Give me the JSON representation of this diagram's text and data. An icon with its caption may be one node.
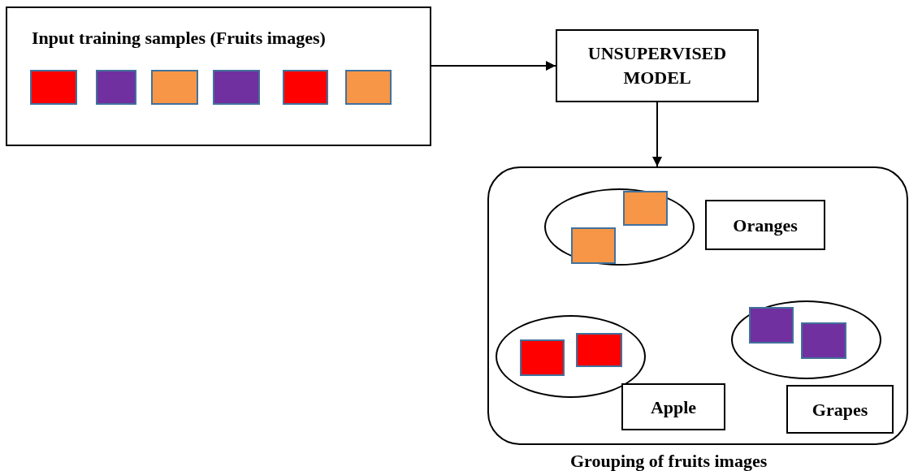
{
  "diagram": {
    "nodes": [
      {
        "text": [
          "Input training samples (Fruits images)"
        ]
      },
      {
        "text": [],
        "shape": "box",
        "in": 0
      },
      {
        "text": [],
        "shape": "box",
        "in": 0
      },
      {
        "text": [],
        "shape": "box",
        "in": 0
      },
      {
        "text": [],
        "shape": "box",
        "in": 0
      },
      {
        "text": [],
        "shape": "box",
        "in": 0
      },
      {
        "text": [],
        "shape": "box",
        "in": 0
      },
      {
        "text": [
          "UNSUPERVISED MODEL"
        ]
      },
      {
        "text": [
          "Grouping of fruits images"
        ]
      },
      {
        "text": [],
        "shape": "ellipse",
        "in": 8
      },
      {
        "text": [],
        "shape": "box",
        "in": 9
      },
      {
        "text": [],
        "shape": "box",
        "in": 9
      },
      {
        "text": [
          "Oranges"
        ],
        "in": 8
      },
      {
        "text": [],
        "shape": "ellipse",
        "in": 8
      },
      {
        "text": [],
        "shape": "box",
        "in": 13
      },
      {
        "text": [],
        "shape": "box",
        "in": 13
      },
      {
        "text": [],
        "shape": "ellipse",
        "in": 8
      },
      {
        "text": [],
        "shape": "box",
        "in": 16
      },
      {
        "text": [],
        "shape": "box",
        "in": 16
      },
      {
        "text": [
          "Apple"
        ],
        "in": 8
      },
      {
        "text": [
          "Grapes"
        ],
        "in": 8
      }
    ],
    "edges": [
      {
        "from": 0,
        "to": 7,
        "arrow": "to"
      },
      {
        "from": 7,
        "to": 8,
        "arrow": "to"
      }
    ]
  }
}
